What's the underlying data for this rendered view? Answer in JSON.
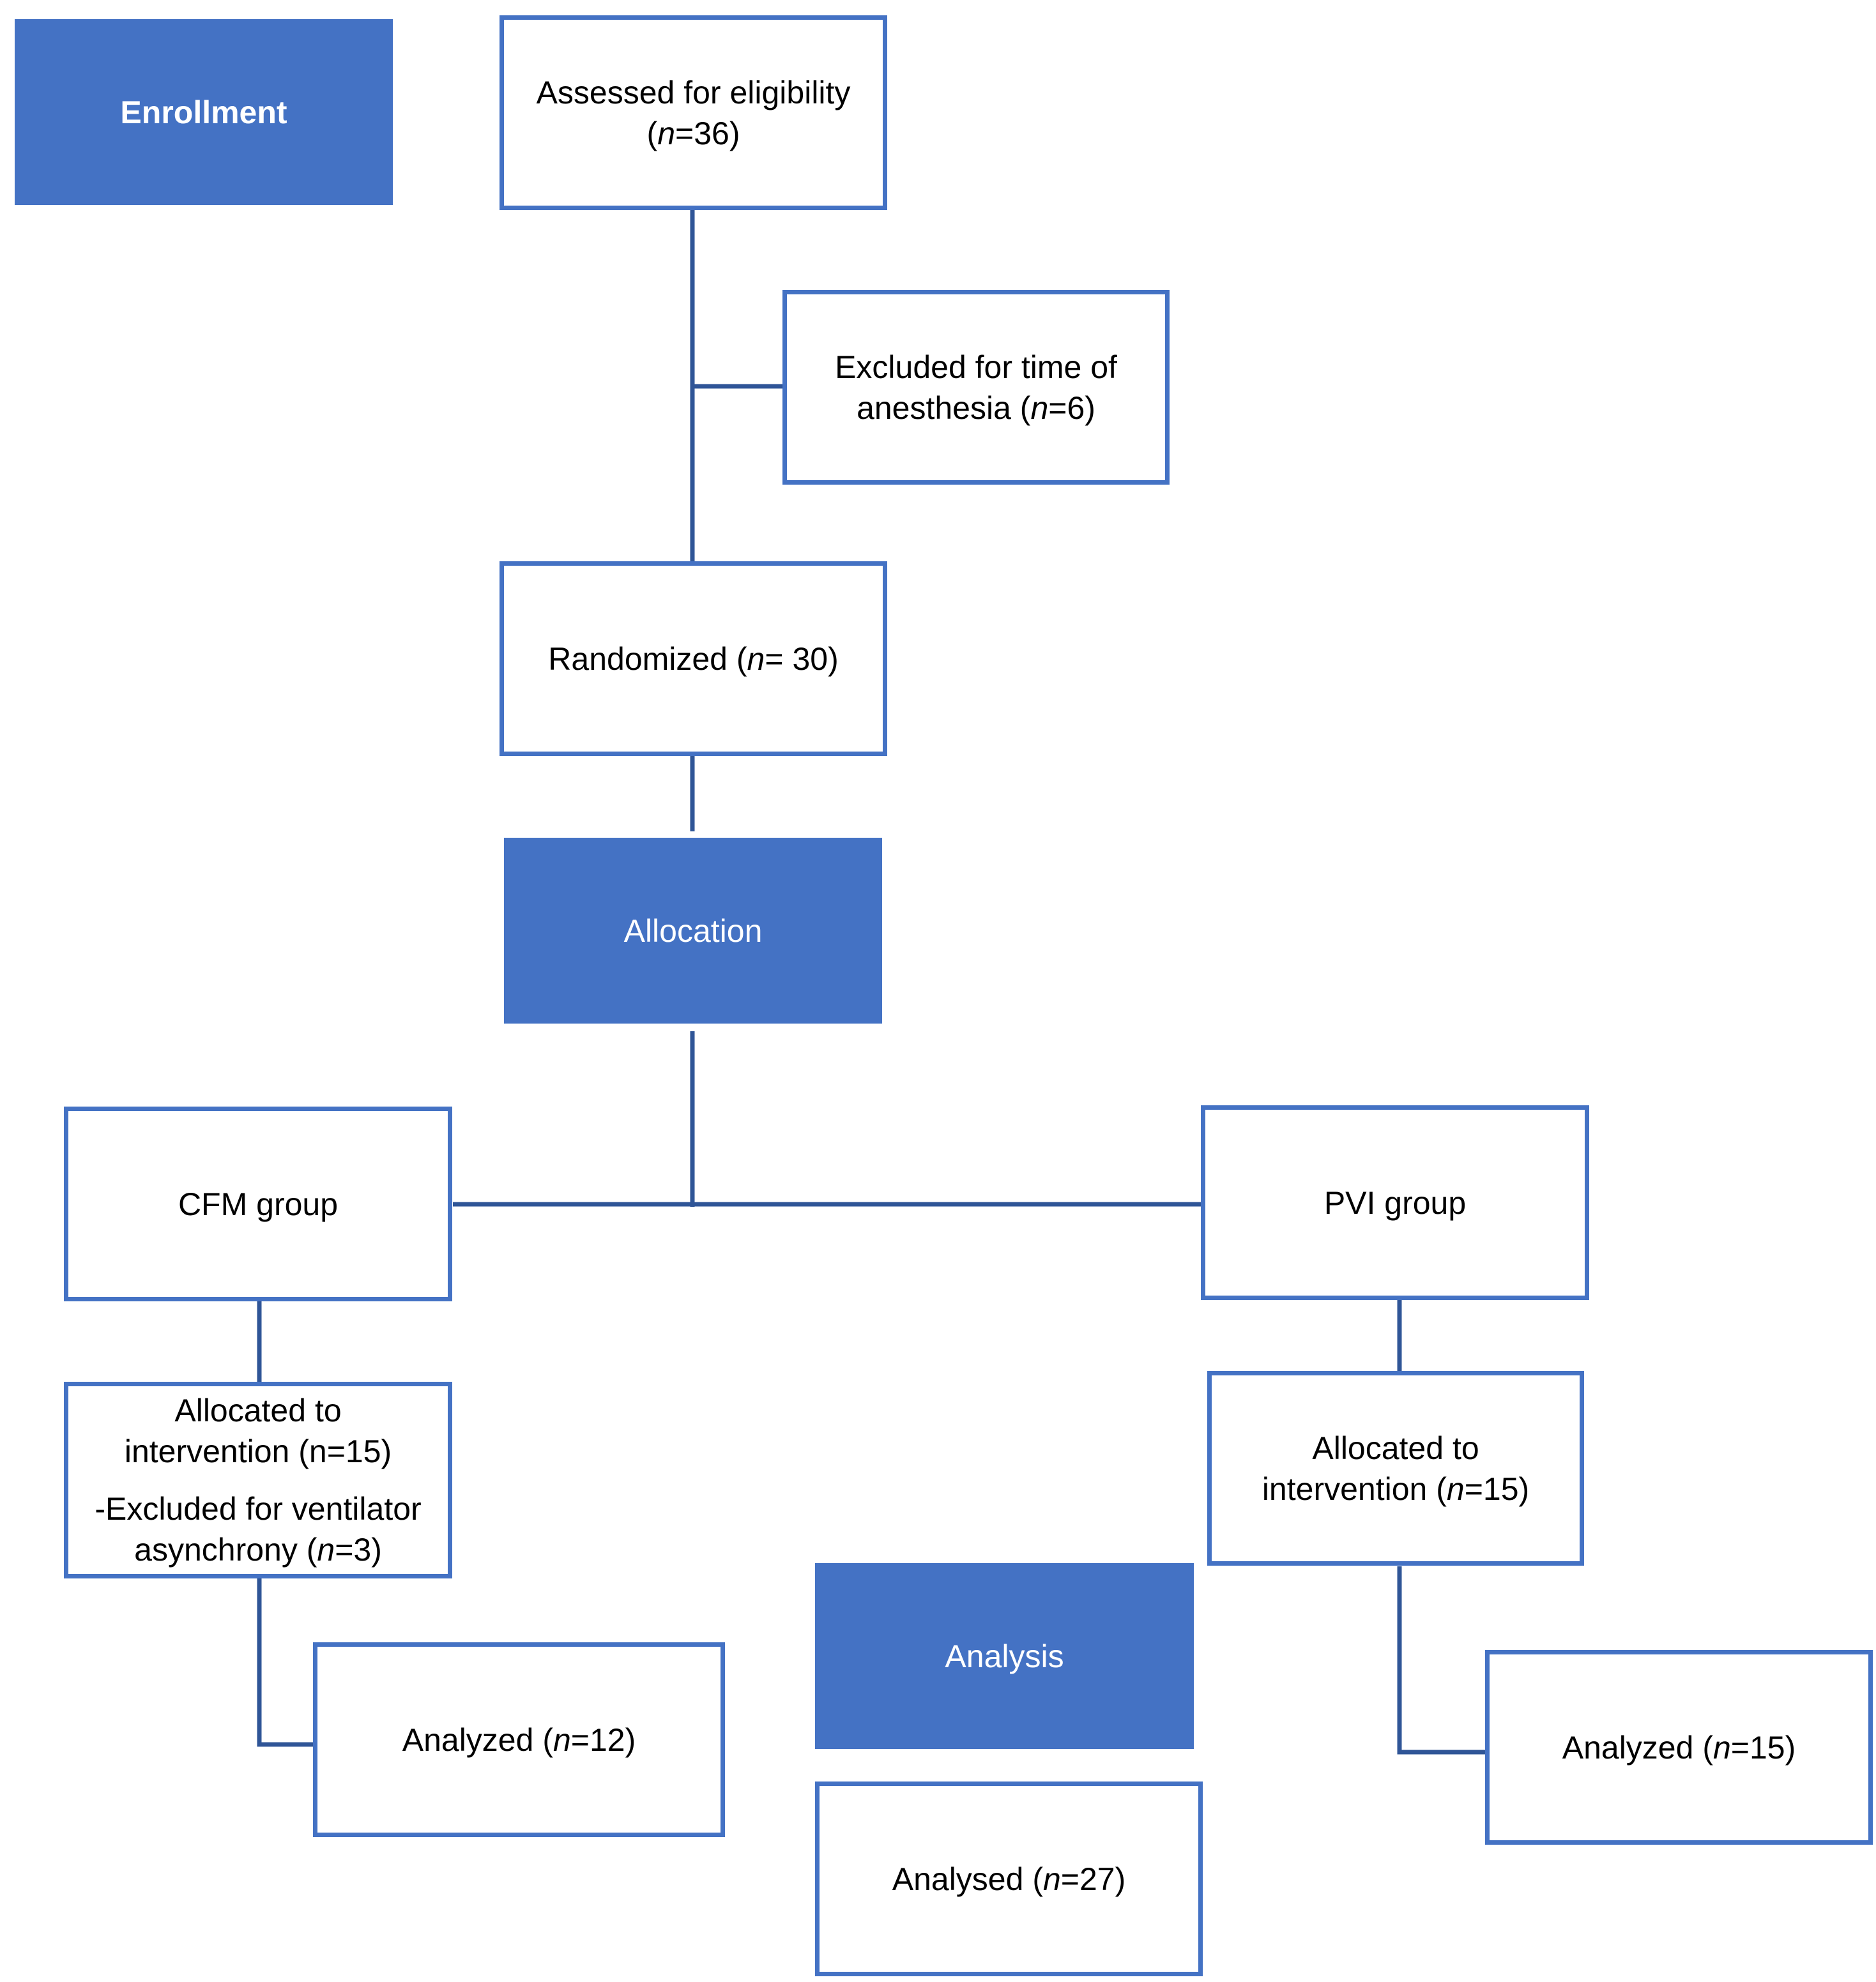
{
  "stages": {
    "enrollment": "Enrollment",
    "allocation": "Allocation",
    "analysis": "Analysis"
  },
  "boxes": {
    "assessed": {
      "text": "Assessed for eligibility",
      "n_prefix": "(",
      "n_var": "n",
      "n_value": "=36)"
    },
    "excluded_time": {
      "line1": "Excluded for time of",
      "line2_text": "anesthesia (",
      "n_var": "n",
      "n_value": "=6)"
    },
    "randomized": {
      "text": "Randomized (",
      "n_var": "n",
      "n_value": "= 30)"
    },
    "cfm_group": "CFM group",
    "pvi_group": "PVI group",
    "cfm_allocated": {
      "line1": "Allocated to",
      "line2": "intervention (n=15)",
      "line3": "-Excluded for ventilator",
      "line4_text": "asynchrony (",
      "n_var": "n",
      "n_value": "=3)"
    },
    "pvi_allocated": {
      "line1": "Allocated to",
      "line2_text": "intervention (",
      "n_var": "n",
      "n_value": "=15)"
    },
    "cfm_analyzed": {
      "text": "Analyzed (",
      "n_var": "n",
      "n_value": "=12)"
    },
    "pvi_analyzed": {
      "text": "Analyzed (",
      "n_var": "n",
      "n_value": "=15)"
    },
    "total_analysed": {
      "text": "Analysed (",
      "n_var": "n",
      "n_value": "=27)"
    }
  },
  "colors": {
    "accent": "#4472c4",
    "box_fill": "#ffffff",
    "stage_text": "#ffffff"
  }
}
